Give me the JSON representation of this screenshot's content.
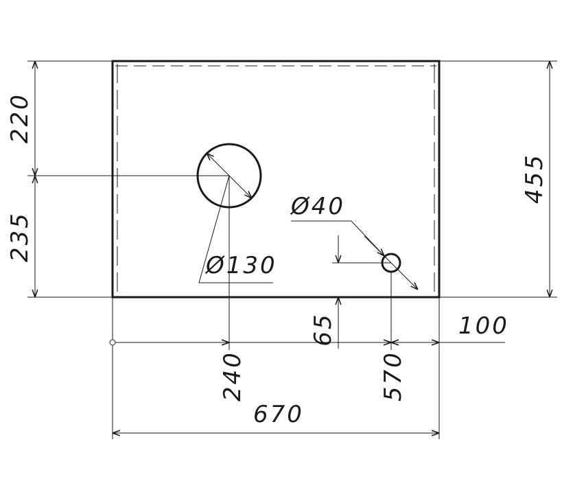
{
  "dimensions": {
    "top_offset": "220",
    "bottom_offset": "235",
    "total_height": "455",
    "hole_large_x": "240",
    "hole_small_x": "570",
    "hole_small_y": "65",
    "right_offset": "100",
    "total_width": "670"
  },
  "diameters": {
    "large": "Ø130",
    "small": "Ø40"
  },
  "colors": {
    "line": "#1a1a1a",
    "background": "#ffffff"
  }
}
